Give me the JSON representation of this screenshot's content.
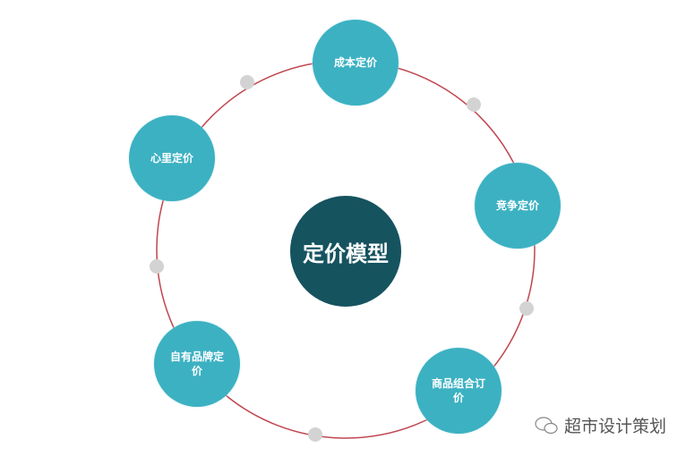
{
  "center": {
    "label": "定价模型"
  },
  "nodes": [
    {
      "label": "成本定价"
    },
    {
      "label": "竞争定价"
    },
    {
      "label": "商品组合订价"
    },
    {
      "label": "自有品牌定价"
    },
    {
      "label": "心里定价"
    }
  ],
  "watermark": {
    "text": "超市设计策划"
  },
  "colors": {
    "node": "#3cb1c2",
    "center": "#15535f",
    "ring": "#c0464f",
    "dot": "#d3d3d3"
  }
}
